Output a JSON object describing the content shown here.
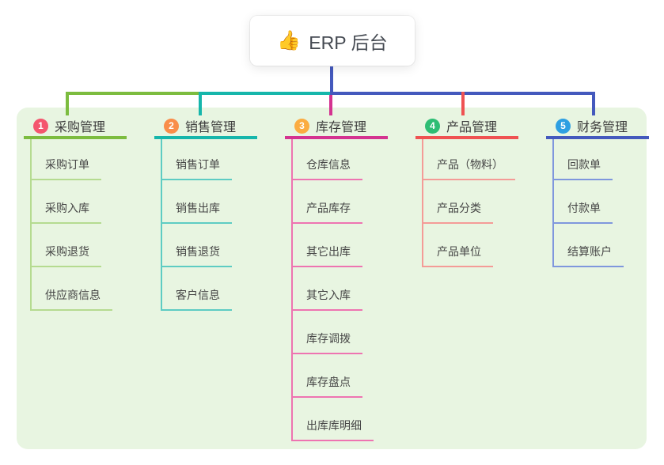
{
  "root": {
    "icon": "👍",
    "title": "ERP 后台"
  },
  "colors": {
    "panel_bg": "#e8f5e1",
    "card_bg": "#ffffff",
    "connector": "#4459bd",
    "text": "#3c3c3c"
  },
  "branches": [
    {
      "num": "1",
      "title": "采购管理",
      "color": "#7cbc3f",
      "child_color": "#b5db90",
      "badge_color": "#f4566e",
      "children": [
        "采购订单",
        "采购入库",
        "采购退货",
        "供应商信息"
      ]
    },
    {
      "num": "2",
      "title": "销售管理",
      "color": "#16b6ab",
      "child_color": "#5eccc3",
      "badge_color": "#f98d49",
      "children": [
        "销售订单",
        "销售出库",
        "销售退货",
        "客户信息"
      ]
    },
    {
      "num": "3",
      "title": "库存管理",
      "color": "#d43390",
      "child_color": "#ee74b1",
      "badge_color": "#fbac41",
      "children": [
        "仓库信息",
        "产品库存",
        "其它出库",
        "其它入库",
        "库存调拨",
        "库存盘点",
        "出库库明细"
      ]
    },
    {
      "num": "4",
      "title": "产品管理",
      "color": "#ef5252",
      "child_color": "#f49b97",
      "badge_color": "#2ebd74",
      "children": [
        "产品（物料）",
        "产品分类",
        "产品单位"
      ]
    },
    {
      "num": "5",
      "title": "财务管理",
      "color": "#4459bd",
      "child_color": "#7f97dd",
      "badge_color": "#2e9fe2",
      "children": [
        "回款单",
        "付款单",
        "结算账户"
      ]
    }
  ]
}
